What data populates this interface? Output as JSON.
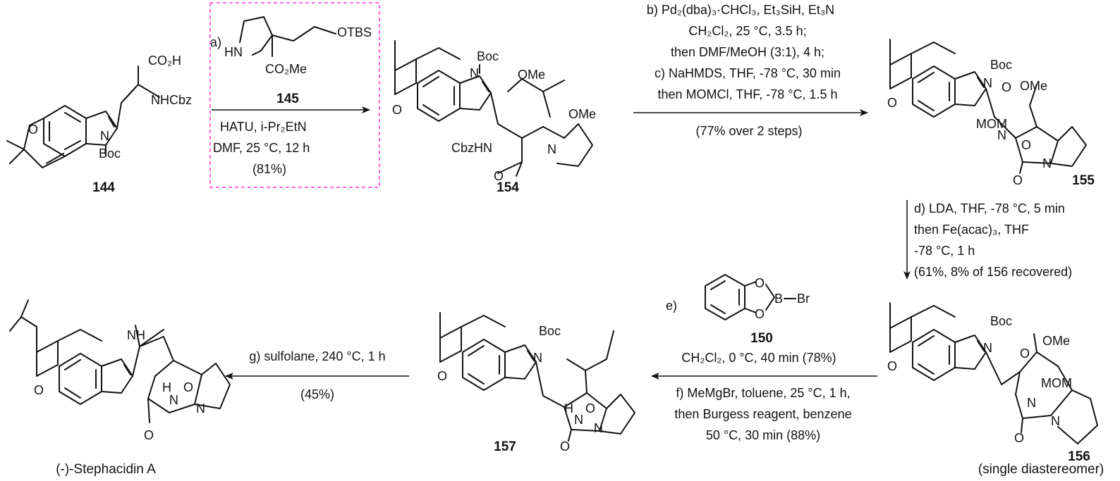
{
  "compounds": {
    "c144": "144",
    "c154": "154",
    "c155": "155",
    "c156": "156",
    "c157": "157",
    "final": "(-)-Stephacidin A",
    "note156": "(single diastereomer)"
  },
  "atoms": {
    "co2h": "CO₂H",
    "nhcbz": "NHCbz",
    "boc": "Boc",
    "o": "O",
    "n": "N",
    "h": "H",
    "hn": "HN",
    "otbs": "OTBS",
    "co2me": "CO₂Me",
    "ome": "OMe",
    "cbzhn": "CbzHN",
    "mom": "MOM",
    "b": "B",
    "br": "Br"
  },
  "step_a": {
    "label": "a)",
    "reagent_number": "145",
    "line1": "HATU, i-Pr₂EtN",
    "line2": "DMF, 25 °C, 12 h",
    "yield": "(81%)"
  },
  "step_bc": {
    "line1": "b) Pd₂(dba)₃·CHCl₃, Et₃SiH, Et₃N",
    "line2": "CH₂Cl₂, 25 °C, 3.5 h;",
    "line3": "then DMF/MeOH (3:1), 4 h;",
    "line4": "c) NaHMDS, THF, -78 °C, 30 min",
    "line5": "then MOMCl, THF, -78 °C, 1.5 h",
    "yield": "(77% over 2 steps)"
  },
  "step_d": {
    "line1": "d) LDA, THF, -78 °C, 5 min",
    "line2": "then Fe(acac)₃, THF",
    "line3": "-78 °C, 1 h",
    "line4": "(61%, 8% of 156 recovered)"
  },
  "step_ef": {
    "label": "e)",
    "reagent_number": "150",
    "line1": "CH₂Cl₂, 0 °C, 40 min (78%)",
    "line2": "f) MeMgBr, toluene, 25 °C, 1 h,",
    "line3": "then Burgess reagent, benzene",
    "line4": "50 °C, 30 min (88%)"
  },
  "step_g": {
    "line1": "g) sulfolane, 240 °C, 1 h",
    "yield": "(45%)"
  },
  "colors": {
    "ink": "#111111",
    "highlight_box": "#ff33cc"
  }
}
